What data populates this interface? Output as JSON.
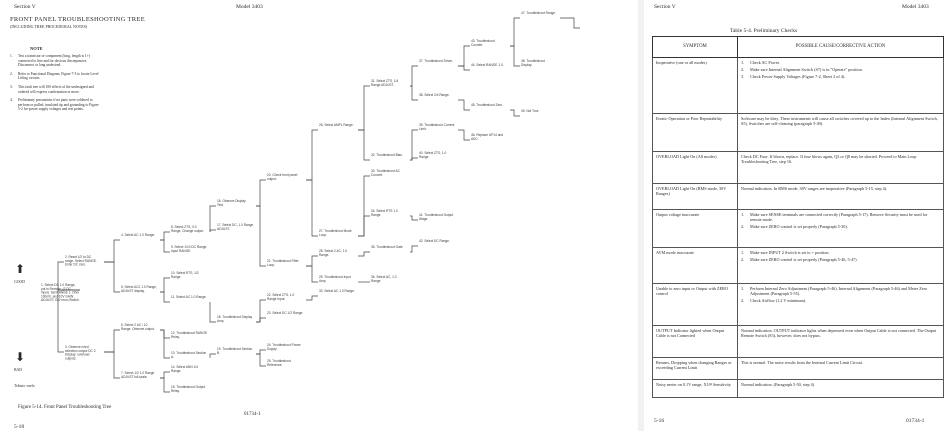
{
  "left_page": {
    "header_left": "Section V",
    "header_right": "Model 3403",
    "title": "FRONT PANEL TROUBLESHOOTING TREE",
    "subtitle": "(INCLUDING TREE PROCEDURAL NOTES)",
    "note_heading": "NOTE",
    "notes": [
      {
        "num": "1.",
        "text": "Test a transistor or component (long, length is 1+) connected to line and for obvious discrepancies. Disconnect or long undesired."
      },
      {
        "num": "2.",
        "text": "Refer to Functional Diagram, Figure 7-3 to locate Level Lifting circuits."
      },
      {
        "num": "3.",
        "text": "This fault tree will 100 effects of the undesigned and ordered will express confirmation or more."
      },
      {
        "num": "4.",
        "text": "Preliminary precautions if no parts were soldered to perform or pulled, insulated tip and grounding to Figure 5-2 for power supply voltages and test points."
      }
    ],
    "arrow_up_label": "GOOD",
    "arrow_down_label": "BAD",
    "bottom_left_label": "Tributo vuelo",
    "caption": "Figure 5-14.  Front Panel Troubleshooting Tree",
    "page_number": "5-18",
    "page_id": "01734-1",
    "tree_nodes": [
      {
        "id": "n1",
        "text": "1. Select DC 1.0 Range, put in Remote, (2 DC input). Set RANGE 1. Ohm 100mV, and 10V GAIN: ADJUST; ON/ mon./Switch."
      },
      {
        "id": "n2",
        "text": "2. Reset 1/2 to DC range. Select RANGE. Enter DC zero."
      },
      {
        "id": "n3",
        "text": "3. Observe ruled selection output DC 2. Display: overload outputs."
      },
      {
        "id": "n4",
        "text": "4. Select AC 1.0 Range."
      },
      {
        "id": "n5",
        "text": "5. Select AC2 1.0 Range, ADJUST display."
      },
      {
        "id": "n6",
        "text": "6. Select 2 AC / 10 Range. Observe output."
      },
      {
        "id": "n7",
        "text": "7. Select 1/2 1.0 Range ADJUST full scale."
      },
      {
        "id": "n8",
        "text": "8. Select ZTS, 0.0 Range, Change output."
      },
      {
        "id": "n9",
        "text": "9. Select 1/10 DC Range, Input RANGE."
      },
      {
        "id": "n10",
        "text": "10. Select RTS, 1/2 Range."
      },
      {
        "id": "n11",
        "text": "11. Select AC 1.0 Range."
      },
      {
        "id": "n12",
        "text": "12. Troubleshoot RANGE Relay."
      },
      {
        "id": "n13",
        "text": "13. Troubleshoot Section A."
      },
      {
        "id": "n14",
        "text": "14. Select ANN 1/4 Range."
      },
      {
        "id": "n15",
        "text": "15. Troubleshoot Output Relay."
      },
      {
        "id": "n16",
        "text": "16. Observe Display Test."
      },
      {
        "id": "n17",
        "text": "17. Select DC, 1.0 Range ADJUST."
      },
      {
        "id": "n18",
        "text": "18. Troubleshoot Display Amp."
      },
      {
        "id": "n19",
        "text": "19. Troubleshoot Section B."
      },
      {
        "id": "n20",
        "text": "20. Check front panel output."
      },
      {
        "id": "n21",
        "text": "21. Troubleshoot Filter Loop."
      },
      {
        "id": "n22",
        "text": "22. Select ZTS, 1.0 Range Input."
      },
      {
        "id": "n23",
        "text": "23. Select DC 1/2 Range."
      },
      {
        "id": "n24",
        "text": "24. Troubleshoot Power Supply."
      },
      {
        "id": "n25",
        "text": "25. Troubleshoot Reference."
      },
      {
        "id": "n26",
        "text": "26. Select AMPL Range."
      },
      {
        "id": "n27",
        "text": "27. Troubleshoot Mode Loop."
      },
      {
        "id": "n28",
        "text": "28. Select 2 AC, 1.0 Range."
      },
      {
        "id": "n29",
        "text": "29. Troubleshoot Input Amp."
      },
      {
        "id": "n30",
        "text": "30. Select AC 1.0 Range."
      },
      {
        "id": "n31",
        "text": "31. Select ZTS, 1/4 Range ADJUST."
      },
      {
        "id": "n32",
        "text": "32. Troubleshoot Bias."
      },
      {
        "id": "n33",
        "text": "33. Troubleshoot AC Convert."
      },
      {
        "id": "n34",
        "text": "34. Select RTS 1.0 Range."
      },
      {
        "id": "n35",
        "text": "35. Troubleshoot Gate."
      },
      {
        "id": "n36",
        "text": "36. Select AC, 1.0 Range."
      },
      {
        "id": "n37",
        "text": "37. Troubleshoot Driver."
      },
      {
        "id": "n38",
        "text": "38. Select 2/4 Range."
      },
      {
        "id": "n39",
        "text": "39. Troubleshoot Current Limit."
      },
      {
        "id": "n40",
        "text": "40. Select ZTS, 1.0 Range."
      },
      {
        "id": "n41",
        "text": "41. Troubleshoot Output Stage."
      },
      {
        "id": "n42",
        "text": "42. Select DC Range."
      },
      {
        "id": "n43",
        "text": "43. Troubleshoot Counter."
      },
      {
        "id": "n44",
        "text": "44. Select RANGE 1.0."
      },
      {
        "id": "n45",
        "text": "45. Troubleshoot Zero."
      },
      {
        "id": "n46",
        "text": "46. Replace UP14 and ADC."
      },
      {
        "id": "n47",
        "text": "47. Troubleshoot Range."
      },
      {
        "id": "n48",
        "text": "48. Troubleshoot Display."
      },
      {
        "id": "n49",
        "text": "49. Not True"
      }
    ]
  },
  "right_page": {
    "header_left": "Section V",
    "header_right": "Model 3403",
    "table_title": "Table 5-4.  Preliminary Checks",
    "col_symptom": "SYMPTOM",
    "col_cause": "POSSIBLE CAUSE/CORRECTIVE ACTION",
    "rows": [
      {
        "symptom": "Inoperative (one or all modes)",
        "actions": [
          {
            "n": "1.",
            "t": "Check AC Power."
          },
          {
            "n": "2.",
            "t": "Make sure Internal Alignment Switch (S7) is in \"Operate\" position."
          },
          {
            "n": "3.",
            "t": "Check Power Supply Voltages (Figure 7-2, Sheet 2 of 4)."
          }
        ]
      },
      {
        "symptom": "Erratic Operation or Poor Repeatability",
        "actions": [
          {
            "n": "",
            "t": "Software may be dirty. These instruments will cause all switches covered up to the Index (Internal Alignment Switch, S5). Switches are self-cleaning (paragraph 5-49)."
          }
        ]
      },
      {
        "symptom": "OVERLOAD Light On (All modes)",
        "actions": [
          {
            "n": "",
            "t": "Check DC Fuse. If blown, replace. If fuse blows again, Q3 or Q8 may be shorted. Proceed to Main Loop Troubleshooting Tree, step 16."
          }
        ]
      },
      {
        "symptom": "OVERLOAD Light On (RMS mode, 30V Ranges)",
        "actions": [
          {
            "n": "",
            "t": "Normal indication. In RMS mode, 30V ranges are inoperative (Paragraph 5-15, step 4)."
          }
        ]
      },
      {
        "symptom": "Output voltage inaccurate",
        "actions": [
          {
            "n": "1.",
            "t": "Make sure SENSE terminals are connected correctly (Paragraph 5-17). Remove Security must be used for remote mode."
          },
          {
            "n": "2.",
            "t": "Make sure ZERO control is set properly (Paragraph 5-30)."
          }
        ]
      },
      {
        "symptom": "AVM mode inaccurate",
        "actions": [
          {
            "n": "1.",
            "t": "Make sure INPUT 2 Switch is set to + position."
          },
          {
            "n": "2.",
            "t": "Make sure ZERO control is set properly (Paragraph 5-46, 5-47)."
          }
        ]
      },
      {
        "symptom": "Unable to zero input or Output with ZERO control",
        "actions": [
          {
            "n": "1.",
            "t": "Perform Internal Zero Adjustment (Paragraph 5-46). Internal Alignment (Paragraph 5-46) and Meter Zero Adjustment (Paragraph 5-55)."
          },
          {
            "n": "2.",
            "t": "Check Airflow (1.2 V minimum)."
          }
        ]
      },
      {
        "symptom": "OUTPUT Indicator lighted when Output Cable is not Connected",
        "actions": [
          {
            "n": "",
            "t": "Normal indication. OUTPUT indicator lights when depressed even when Output Cable is not connected. The Output Remote Switch (S3), however, does not bypass."
          }
        ]
      },
      {
        "symptom": "Returns, Dropping when changing Ranges or exceeding Current Limit",
        "actions": [
          {
            "n": "",
            "t": "This is normal. The noise results from the Internal Current Limit Circuit."
          }
        ]
      },
      {
        "symptom": "Noisy meter on 0.1V range, X10² Sensitivity",
        "actions": [
          {
            "n": "",
            "t": "Normal indication. (Paragraph 5-50, step 4)"
          }
        ]
      }
    ],
    "page_number": "5-16",
    "page_id": "01734-1"
  }
}
